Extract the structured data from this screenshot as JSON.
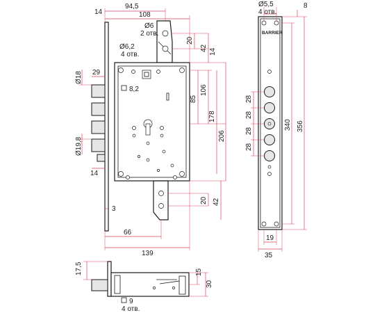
{
  "front": {
    "top_dims": {
      "d14": "14",
      "d94_5": "94,5",
      "d108": "108"
    },
    "holes_top": {
      "dia": "Ø6",
      "count": "2 отв."
    },
    "holes_mount": {
      "dia": "Ø6,2",
      "count": "4 отв."
    },
    "right_dims": {
      "d20": "20",
      "d42": "42",
      "d14": "14",
      "d106": "106",
      "d85": "85",
      "d178": "178",
      "d206": "206",
      "d20b": "20",
      "d42b": "42"
    },
    "left_dims": {
      "d18": "Ø18",
      "d29": "29",
      "d19_8": "Ø19,8",
      "d14": "14"
    },
    "square": "8,2",
    "bottom_dims": {
      "d3": "3",
      "d66": "66",
      "d139": "139"
    }
  },
  "side": {
    "top_dims": {
      "d5_5": "Ø5,5",
      "count": "4 отв.",
      "d8": "8"
    },
    "logo": "BARRIER",
    "spacing": [
      "28",
      "28",
      "28",
      "28"
    ],
    "d340": "340",
    "d356": "356",
    "bottom_dims": {
      "d19": "19",
      "d35": "35"
    }
  },
  "bottom": {
    "d17_5": "17,5",
    "d15": "15",
    "d30": "30",
    "square": "9",
    "count": "4 отв."
  }
}
